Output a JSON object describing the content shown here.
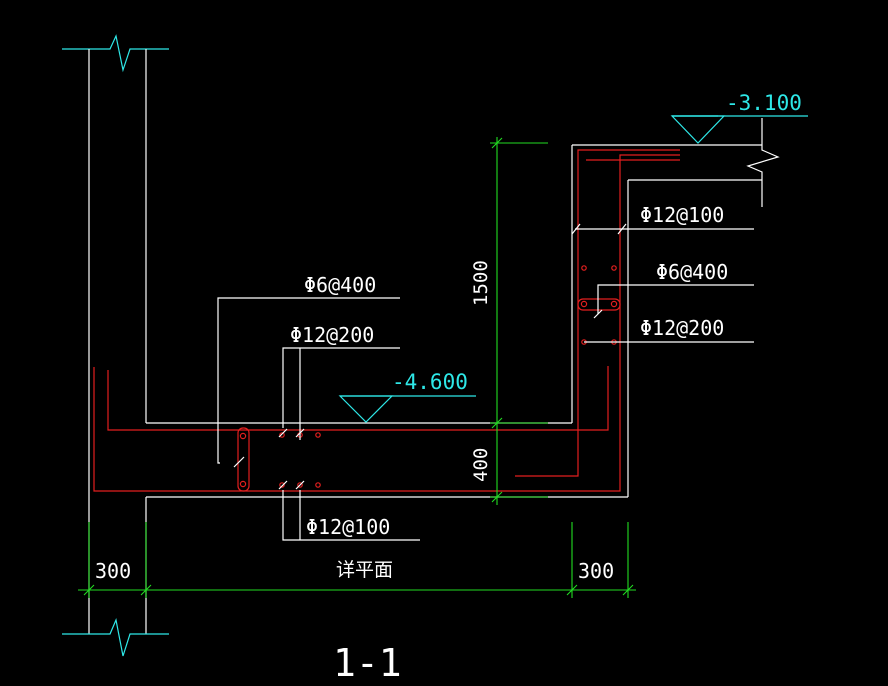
{
  "colors": {
    "background": "#000000",
    "outline": "#ffffff",
    "rebar": "#e31f1f",
    "dimension": "#22dd22",
    "elevation": "#2ee8e8"
  },
  "elevations": {
    "top": "-3.100",
    "bottom": "-4.600"
  },
  "rebar_labels": {
    "right_horizontal": "Φ12@100",
    "right_stirrup": "Φ6@400",
    "right_vertical": "Φ12@200",
    "slab_stirrup": "Φ6@400",
    "slab_top": "Φ12@200",
    "slab_bottom": "Φ12@100"
  },
  "dimensions": {
    "wall_height": "1500",
    "slab_thickness": "400",
    "left_width": "300",
    "middle": "详平面",
    "right_width": "300"
  },
  "section_title": "1-1"
}
